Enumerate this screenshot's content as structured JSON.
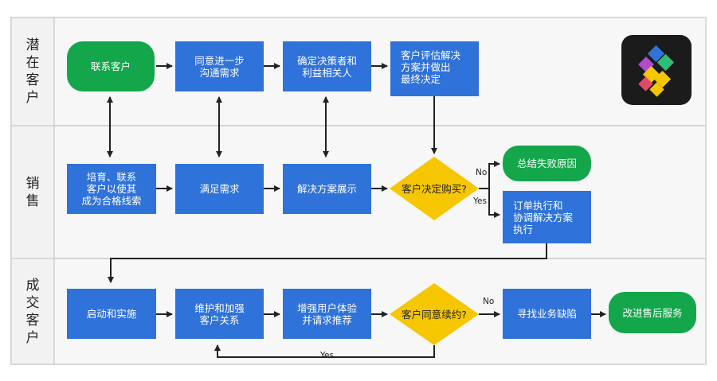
{
  "lanes": {
    "potential": "潜在客户",
    "sales": "销售",
    "converted": "成交客户"
  },
  "nodes": {
    "contact": "联系客户",
    "communicate": [
      "同意进一步",
      "沟通需求"
    ],
    "decision_makers": [
      "确定决策者和",
      "利益相关人"
    ],
    "evaluate": [
      "客户评估解决",
      "方案并做出",
      "最终决定"
    ],
    "nurture": [
      "培育、联系",
      "客户以使其",
      "成为合格线索"
    ],
    "meet_needs": "满足需求",
    "demo": "解决方案展示",
    "decide_buy": [
      "客户决定",
      "购买?"
    ],
    "loss_reasons": "总结失败原因",
    "execute": [
      "订单执行和",
      "协调解决方案",
      "执行"
    ],
    "launch": "启动和实施",
    "maintain": [
      "维护和加强",
      "客户关系"
    ],
    "enhance": [
      "增强用户体验",
      "并请求推荐"
    ],
    "renew": [
      "客户同意",
      "续约?"
    ],
    "find_gaps": "寻找业务缺陷",
    "improve": "改进售后服务"
  },
  "labels": {
    "no_1": "No",
    "yes_1": "Yes",
    "no_2": "No",
    "yes_2": "Yes"
  },
  "colors": {
    "process": "#2f72d9",
    "terminal": "#13a64a",
    "decision": "#f6c600",
    "lane_header": "#f3f3f3",
    "lane_body": "#f7f7f7",
    "border": "#cfcfcf",
    "arrow": "#222222"
  },
  "icons": [
    "app-logo-icon"
  ]
}
